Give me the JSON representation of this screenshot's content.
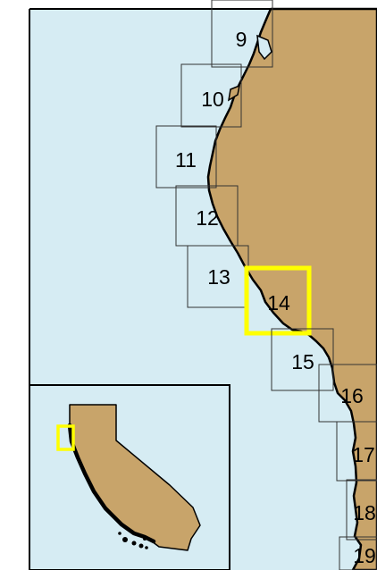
{
  "colors": {
    "ocean": "#d6ecf3",
    "land": "#c8a46a",
    "grid_stroke": "#333333",
    "highlight": "#ffff00",
    "frame": "#000000"
  },
  "tiles": [
    {
      "id": "9",
      "label": "9"
    },
    {
      "id": "10",
      "label": "10"
    },
    {
      "id": "11",
      "label": "11"
    },
    {
      "id": "12",
      "label": "12"
    },
    {
      "id": "13",
      "label": "13"
    },
    {
      "id": "14",
      "label": "14",
      "selected": true
    },
    {
      "id": "15",
      "label": "15"
    },
    {
      "id": "16",
      "label": "16"
    },
    {
      "id": "17",
      "label": "17"
    },
    {
      "id": "18",
      "label": "18"
    },
    {
      "id": "19",
      "label": "19"
    }
  ],
  "inset": {
    "region": "California"
  }
}
